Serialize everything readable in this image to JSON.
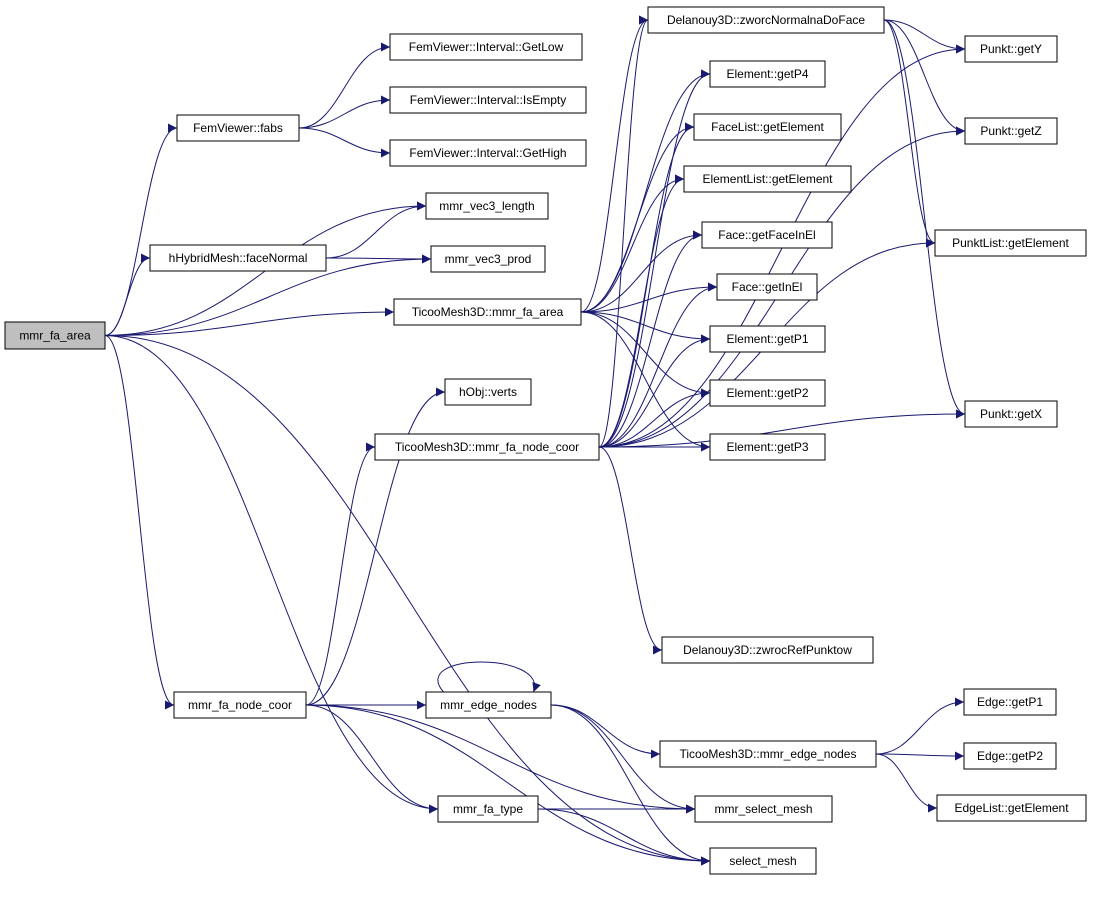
{
  "graph": {
    "root": "mmr_fa_area",
    "colors": {
      "edge": "#191970",
      "root_fill": "#bfbfbf",
      "node_fill": "#ffffff",
      "border": "#000000"
    },
    "nodes": [
      {
        "id": "mmr_fa_area",
        "label": "mmr_fa_area",
        "highlight": true
      },
      {
        "id": "fabs",
        "label": "FemViewer::fabs"
      },
      {
        "id": "getlow",
        "label": "FemViewer::Interval::GetLow"
      },
      {
        "id": "isempty",
        "label": "FemViewer::Interval::IsEmpty"
      },
      {
        "id": "gethigh",
        "label": "FemViewer::Interval::GetHigh"
      },
      {
        "id": "vec3len",
        "label": "mmr_vec3_length"
      },
      {
        "id": "facenormal",
        "label": "hHybridMesh::faceNormal"
      },
      {
        "id": "vec3prod",
        "label": "mmr_vec3_prod"
      },
      {
        "id": "tm_fa_area",
        "label": "TicooMesh3D::mmr_fa_area"
      },
      {
        "id": "hobjverts",
        "label": "hObj::verts"
      },
      {
        "id": "tm_node_coor",
        "label": "TicooMesh3D::mmr_fa_node_coor"
      },
      {
        "id": "zworcnormal",
        "label": "Delanouy3D::zworcNormalnaDoFace"
      },
      {
        "id": "el_getp4",
        "label": "Element::getP4"
      },
      {
        "id": "facelist_get",
        "label": "FaceList::getElement"
      },
      {
        "id": "ellist_get",
        "label": "ElementList::getElement"
      },
      {
        "id": "getfaceinel",
        "label": "Face::getFaceInEl"
      },
      {
        "id": "getinel",
        "label": "Face::getInEl"
      },
      {
        "id": "el_getp1",
        "label": "Element::getP1"
      },
      {
        "id": "el_getp2",
        "label": "Element::getP2"
      },
      {
        "id": "el_getp3",
        "label": "Element::getP3"
      },
      {
        "id": "zwrocref",
        "label": "Delanouy3D::zwrocRefPunktow"
      },
      {
        "id": "punkt_gety",
        "label": "Punkt::getY"
      },
      {
        "id": "punkt_getz",
        "label": "Punkt::getZ"
      },
      {
        "id": "punktlist_get",
        "label": "PunktList::getElement"
      },
      {
        "id": "punkt_getx",
        "label": "Punkt::getX"
      },
      {
        "id": "fa_node_coor",
        "label": "mmr_fa_node_coor"
      },
      {
        "id": "edge_nodes",
        "label": "mmr_edge_nodes"
      },
      {
        "id": "tm_edge_nodes",
        "label": "TicooMesh3D::mmr_edge_nodes"
      },
      {
        "id": "edge_getp1",
        "label": "Edge::getP1"
      },
      {
        "id": "edge_getp2",
        "label": "Edge::getP2"
      },
      {
        "id": "edgelist_get",
        "label": "EdgeList::getElement"
      },
      {
        "id": "fa_type",
        "label": "mmr_fa_type"
      },
      {
        "id": "select_mesh_mmr",
        "label": "mmr_select_mesh"
      },
      {
        "id": "select_mesh",
        "label": "select_mesh"
      }
    ],
    "edges": [
      [
        "mmr_fa_area",
        "fabs"
      ],
      [
        "mmr_fa_area",
        "vec3len"
      ],
      [
        "mmr_fa_area",
        "facenormal"
      ],
      [
        "mmr_fa_area",
        "vec3prod"
      ],
      [
        "mmr_fa_area",
        "tm_fa_area"
      ],
      [
        "mmr_fa_area",
        "fa_node_coor"
      ],
      [
        "mmr_fa_area",
        "fa_type"
      ],
      [
        "mmr_fa_area",
        "select_mesh"
      ],
      [
        "fabs",
        "getlow"
      ],
      [
        "fabs",
        "isempty"
      ],
      [
        "fabs",
        "gethigh"
      ],
      [
        "facenormal",
        "vec3len"
      ],
      [
        "facenormal",
        "vec3prod"
      ],
      [
        "tm_fa_area",
        "zworcnormal"
      ],
      [
        "tm_fa_area",
        "el_getp4"
      ],
      [
        "tm_fa_area",
        "facelist_get"
      ],
      [
        "tm_fa_area",
        "ellist_get"
      ],
      [
        "tm_fa_area",
        "getfaceinel"
      ],
      [
        "tm_fa_area",
        "getinel"
      ],
      [
        "tm_fa_area",
        "el_getp1"
      ],
      [
        "tm_fa_area",
        "el_getp2"
      ],
      [
        "tm_fa_area",
        "el_getp3"
      ],
      [
        "tm_node_coor",
        "zworcnormal"
      ],
      [
        "tm_node_coor",
        "el_getp4"
      ],
      [
        "tm_node_coor",
        "facelist_get"
      ],
      [
        "tm_node_coor",
        "ellist_get"
      ],
      [
        "tm_node_coor",
        "getfaceinel"
      ],
      [
        "tm_node_coor",
        "getinel"
      ],
      [
        "tm_node_coor",
        "el_getp1"
      ],
      [
        "tm_node_coor",
        "el_getp2"
      ],
      [
        "tm_node_coor",
        "el_getp3"
      ],
      [
        "tm_node_coor",
        "zwrocref"
      ],
      [
        "tm_node_coor",
        "punkt_gety"
      ],
      [
        "tm_node_coor",
        "punkt_getz"
      ],
      [
        "tm_node_coor",
        "punktlist_get"
      ],
      [
        "tm_node_coor",
        "punkt_getx"
      ],
      [
        "zworcnormal",
        "punkt_gety"
      ],
      [
        "zworcnormal",
        "punkt_getz"
      ],
      [
        "zworcnormal",
        "punktlist_get"
      ],
      [
        "zworcnormal",
        "punkt_getx"
      ],
      [
        "fa_node_coor",
        "hobjverts"
      ],
      [
        "fa_node_coor",
        "tm_node_coor"
      ],
      [
        "fa_node_coor",
        "edge_nodes"
      ],
      [
        "fa_node_coor",
        "fa_type"
      ],
      [
        "fa_node_coor",
        "select_mesh_mmr"
      ],
      [
        "fa_node_coor",
        "select_mesh"
      ],
      [
        "edge_nodes",
        "edge_nodes"
      ],
      [
        "edge_nodes",
        "tm_edge_nodes"
      ],
      [
        "edge_nodes",
        "select_mesh_mmr"
      ],
      [
        "edge_nodes",
        "select_mesh"
      ],
      [
        "tm_edge_nodes",
        "edge_getp1"
      ],
      [
        "tm_edge_nodes",
        "edge_getp2"
      ],
      [
        "tm_edge_nodes",
        "edgelist_get"
      ],
      [
        "fa_type",
        "select_mesh_mmr"
      ],
      [
        "fa_type",
        "select_mesh"
      ]
    ]
  }
}
